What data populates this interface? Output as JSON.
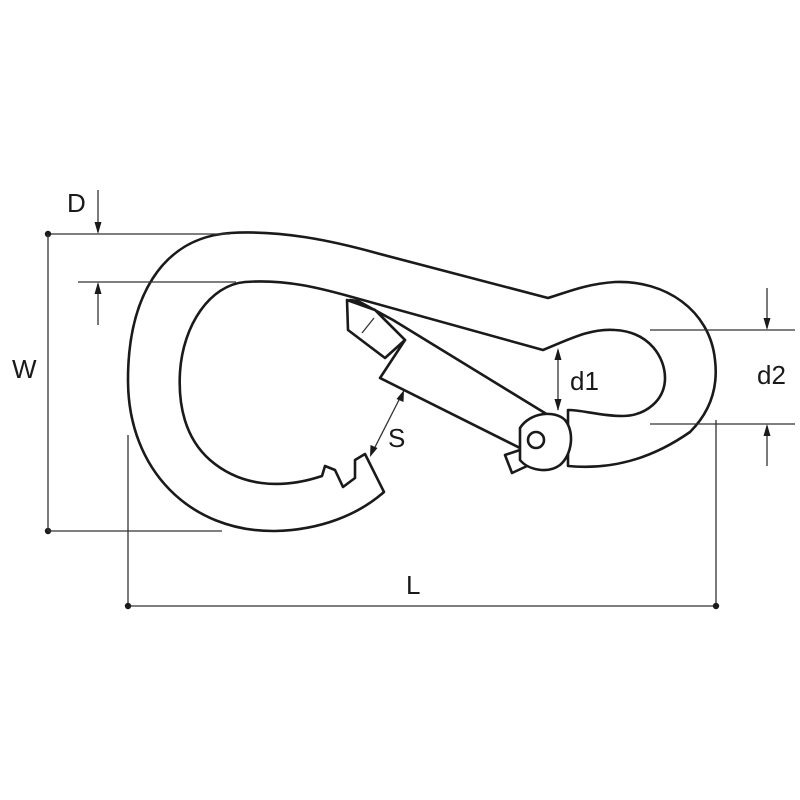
{
  "diagram": {
    "labels": {
      "D": "D",
      "W": "W",
      "L": "L",
      "S": "S",
      "d1": "d1",
      "d2": "d2"
    }
  }
}
